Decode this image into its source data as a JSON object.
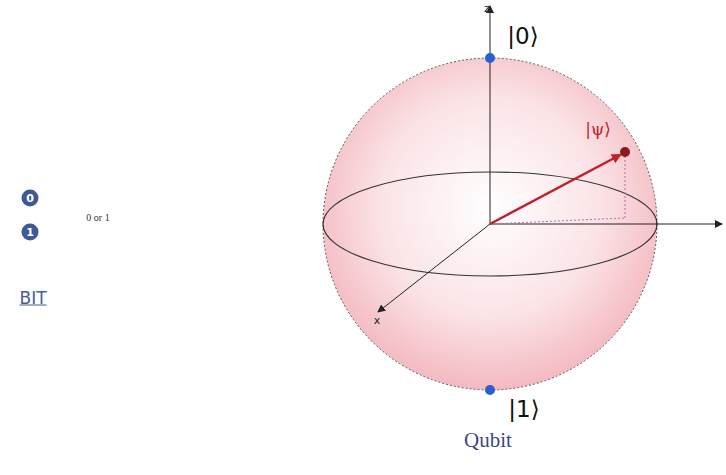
{
  "diagram": {
    "nodes": [
      {
        "text": [
          "0"
        ]
      },
      {
        "text": [
          "1"
        ]
      }
    ],
    "labels": [
      "0 or 1",
      "BIT",
      "z",
      "|0⟩",
      "|ψ⟩",
      "x",
      "|1⟩",
      "Qubit"
    ]
  }
}
